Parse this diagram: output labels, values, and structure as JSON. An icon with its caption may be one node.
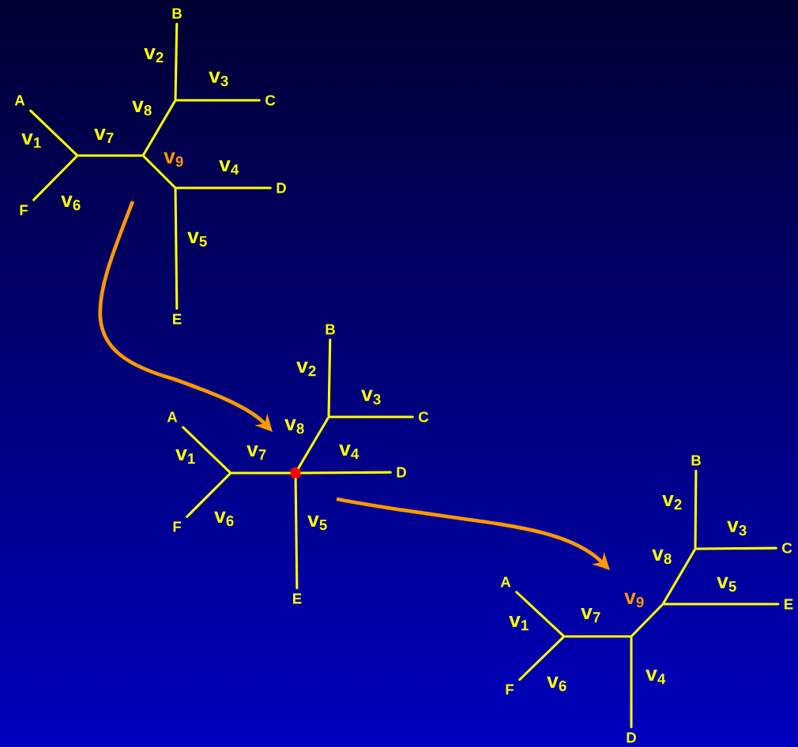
{
  "diagram": {
    "nodes": [
      {
        "text": [
          "A"
        ]
      },
      {
        "text": [
          "B"
        ]
      },
      {
        "text": [
          "C"
        ]
      },
      {
        "text": [
          "D"
        ]
      },
      {
        "text": [
          "E"
        ]
      },
      {
        "text": [
          "F"
        ]
      },
      {
        "text": [],
        "shape": "point"
      },
      {
        "text": [],
        "shape": "point"
      },
      {
        "text": [],
        "shape": "point"
      },
      {
        "text": [],
        "shape": "point"
      },
      {
        "text": [
          "A"
        ]
      },
      {
        "text": [
          "B"
        ]
      },
      {
        "text": [
          "C"
        ]
      },
      {
        "text": [
          "D"
        ]
      },
      {
        "text": [
          "E"
        ]
      },
      {
        "text": [
          "F"
        ]
      },
      {
        "text": [],
        "shape": "point"
      },
      {
        "text": [],
        "shape": "circle"
      },
      {
        "text": [],
        "shape": "point"
      },
      {
        "text": [
          "A"
        ]
      },
      {
        "text": [
          "B"
        ]
      },
      {
        "text": [
          "C"
        ]
      },
      {
        "text": [
          "D"
        ]
      },
      {
        "text": [
          "E"
        ]
      },
      {
        "text": [
          "F"
        ]
      },
      {
        "text": [],
        "shape": "point"
      },
      {
        "text": [],
        "shape": "point"
      },
      {
        "text": [],
        "shape": "point"
      },
      {
        "text": [],
        "shape": "point"
      }
    ],
    "edges": [
      {
        "from": 6,
        "to": 0,
        "arrow": "none",
        "label": "v$_{1}$"
      },
      {
        "from": 6,
        "to": 5,
        "arrow": "none",
        "label": "v$_{6}$"
      },
      {
        "from": 6,
        "to": 7,
        "arrow": "none",
        "label": "v$_{7}$"
      },
      {
        "from": 7,
        "to": 8,
        "arrow": "none",
        "label": "v$_{8}$"
      },
      {
        "from": 7,
        "to": 9,
        "arrow": "none",
        "label": "v$_{9}$"
      },
      {
        "from": 8,
        "to": 1,
        "arrow": "none",
        "label": "v$_{2}$"
      },
      {
        "from": 8,
        "to": 2,
        "arrow": "none",
        "label": "v$_{3}$"
      },
      {
        "from": 9,
        "to": 3,
        "arrow": "none",
        "label": "v$_{4}$"
      },
      {
        "from": 9,
        "to": 4,
        "arrow": "none",
        "label": "v$_{5}$"
      },
      {
        "from": 16,
        "to": 10,
        "arrow": "none",
        "label": "v$_{1}$"
      },
      {
        "from": 16,
        "to": 15,
        "arrow": "none",
        "label": "v$_{6}$"
      },
      {
        "from": 16,
        "to": 17,
        "arrow": "none",
        "label": "v$_{7}$"
      },
      {
        "from": 17,
        "to": 18,
        "arrow": "none",
        "label": "v$_{8}$"
      },
      {
        "from": 18,
        "to": 11,
        "arrow": "none",
        "label": "v$_{2}$"
      },
      {
        "from": 18,
        "to": 12,
        "arrow": "none",
        "label": "v$_{3}$"
      },
      {
        "from": 17,
        "to": 13,
        "arrow": "none",
        "label": "v$_{4}$"
      },
      {
        "from": 17,
        "to": 14,
        "arrow": "none",
        "label": "v$_{5}$"
      },
      {
        "from": 25,
        "to": 19,
        "arrow": "none",
        "label": "v$_{1}$"
      },
      {
        "from": 25,
        "to": 24,
        "arrow": "none",
        "label": "v$_{6}$"
      },
      {
        "from": 25,
        "to": 26,
        "arrow": "none",
        "label": "v$_{7}$"
      },
      {
        "from": 26,
        "to": 27,
        "arrow": "none",
        "label": "v$_{9}$"
      },
      {
        "from": 27,
        "to": 28,
        "arrow": "none",
        "label": "v$_{8}$"
      },
      {
        "from": 28,
        "to": 20,
        "arrow": "none",
        "label": "v$_{2}$"
      },
      {
        "from": 28,
        "to": 21,
        "arrow": "none",
        "label": "v$_{3}$"
      },
      {
        "from": 27,
        "to": 23,
        "arrow": "none",
        "label": "v$_{5}$"
      },
      {
        "from": 26,
        "to": 22,
        "arrow": "none",
        "label": "v$_{4}$"
      }
    ]
  }
}
